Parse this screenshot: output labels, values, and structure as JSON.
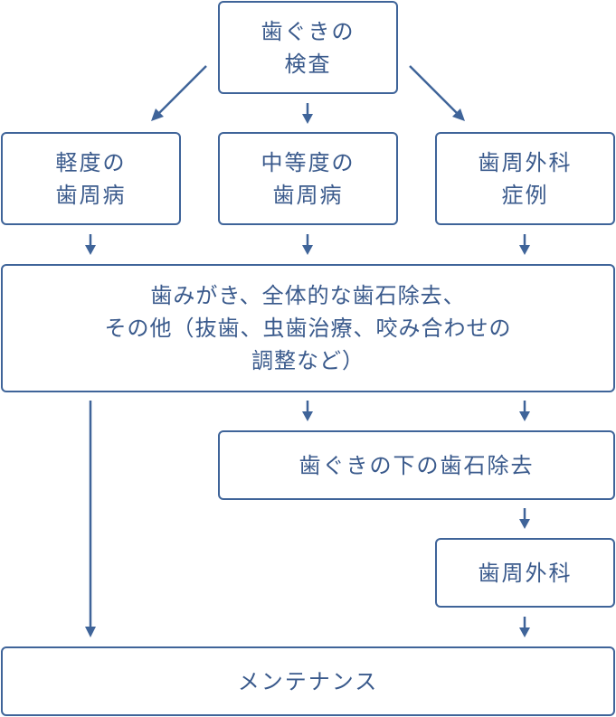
{
  "nodes": {
    "exam": [
      "歯ぐきの",
      "検査"
    ],
    "mild": [
      "軽度の",
      "歯周病"
    ],
    "moderate": [
      "中等度の",
      "歯周病"
    ],
    "surgical_case": [
      "歯周外科",
      "症例"
    ],
    "basic_treatment": [
      "歯みがき、全体的な歯石除去、",
      "その他（抜歯、虫歯治療、咬み合わせの",
      "調整など）"
    ],
    "subgingival": "歯ぐきの下の歯石除去",
    "surgery": "歯周外科",
    "maintenance": "メンテナンス"
  },
  "colors": {
    "border": "#3f6499",
    "text": "#3a5a8c",
    "background": "#ffffff"
  }
}
